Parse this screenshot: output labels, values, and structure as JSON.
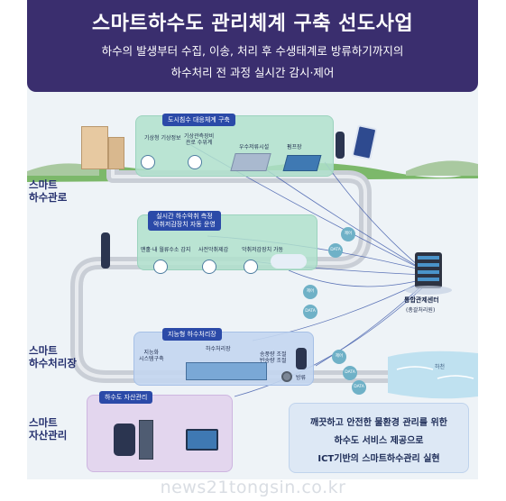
{
  "banner": {
    "title": "스마트하수도 관리체계 구축 선도사업",
    "subtitle_line1": "하수의 발생부터 수집, 이송, 처리 후 수생태계로 방류하기까지의",
    "subtitle_line2": "하수처리 전 과정 실시간 감시·제어"
  },
  "sections": {
    "pipe": "스마트\n하수관로",
    "plant": "스마트\n하수처리장",
    "asset": "스마트\n자산관리"
  },
  "flood_box": {
    "tag": "도시침수 대응체계 구축",
    "items": [
      "기상청 기상정보",
      "기상관측장비\n관로 수위계",
      "우수저류시설",
      "펌프장"
    ]
  },
  "monitor_box": {
    "tag": "실시간 하수악취 측정\n악취저감장치 자동 운영",
    "items": [
      "맨홀·내 월류수소 감지",
      "사전악취제감",
      "악취저감장치 가동"
    ]
  },
  "plant_box": {
    "tag": "지능형 하수처리장",
    "items": [
      "지능화\n시스템구축",
      "하수처리장",
      "송풍량 조절\n반송량 조절"
    ],
    "outflow": "방류"
  },
  "asset_box": {
    "tag": "하수도 자산관리"
  },
  "center": {
    "name": "통합관제센터",
    "sub": "(총괄처리원)"
  },
  "river": "하천",
  "data_tag": "DATA",
  "control_tag": "제어",
  "slogan": {
    "line1": "깨끗하고 안전한 물환경 관리를 위한",
    "line2": "하수도 서비스 제공으로",
    "line3": "ICT기반의 스마트하수관리 실현"
  },
  "watermark": "news21tongsin.co.kr",
  "colors": {
    "banner": "#3a2e6e",
    "pipe": "#c9ced6",
    "river": "#bfe1f0",
    "center": "#2d3342"
  }
}
